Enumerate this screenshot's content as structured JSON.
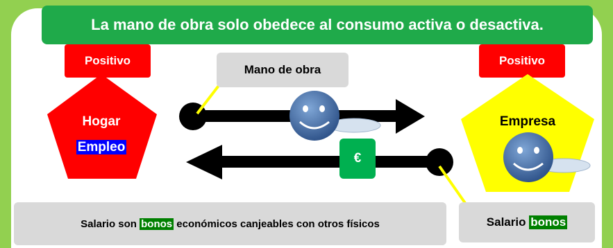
{
  "title": "La mano de obra solo obedece al consumo activa o desactiva.",
  "left_tag": "Positivo",
  "right_tag": "Positivo",
  "mano_label": "Mano de obra",
  "hogar": {
    "label": "Hogar",
    "sub": "Empleo"
  },
  "empresa": {
    "label": "Empresa"
  },
  "currency": "€",
  "bottom_note": {
    "before": "Salario son ",
    "highlight": "bonos",
    "after": " económicos canjeables con otros físicos"
  },
  "salario_box": {
    "before": "Salario ",
    "highlight": "bonos"
  },
  "colors": {
    "frame": "#92d050",
    "title_bg": "#1faa4a",
    "red": "#ff0000",
    "yellow": "#ffff00",
    "green_tag": "#00b050"
  }
}
